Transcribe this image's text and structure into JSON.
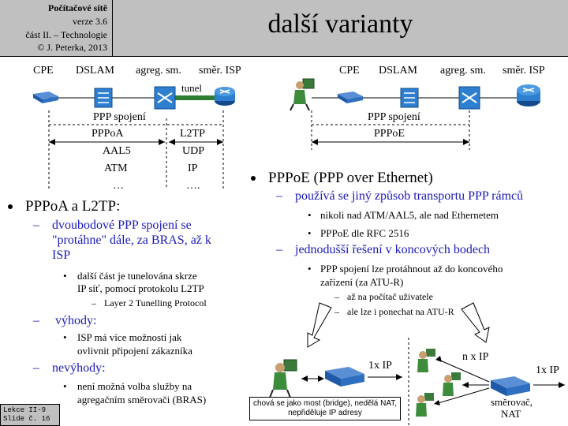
{
  "course": {
    "name": "Počítačové sítě",
    "version": "verze 3.6",
    "part": "část II. – Technologie",
    "author": "© J. Peterka, 2013"
  },
  "title": "další varianty",
  "left_diagram": {
    "labels": {
      "cpe": "CPE",
      "dslam": "DSLAM",
      "agreg": "agreg. sm.",
      "smer": "směr. ISP"
    },
    "tunel": "tunel",
    "ppp_spojeni": "PPP spojení",
    "pppoa": "PPPoA",
    "aal5": "AAL5",
    "atm": "ATM",
    "dots1": "…",
    "l2tp": "L2TP",
    "udp": "UDP",
    "ip": "IP",
    "dots2": "…."
  },
  "right_diagram": {
    "labels": {
      "cpe": "CPE",
      "dslam": "DSLAM",
      "agreg": "agreg. sm.",
      "smer": "směr. ISP"
    },
    "ppp_spojeni": "PPP spojení",
    "pppoe": "PPPoE"
  },
  "left_bullets": {
    "l1": "PPPoA a L2TP:",
    "l2a_1": "dvoubodové PPP spojení se",
    "l2a_2": "\"protáhne\" dále, za BRAS, až k",
    "l2a_3": "ISP",
    "l3a_1": "další část je tunelována skrze",
    "l3a_2": "IP síť, pomocí protokolu L2TP",
    "l4a": "Layer 2 Tunelling Protocol",
    "l2b": "výhody:",
    "l3b_1": "ISP má více možností jak",
    "l3b_2": "ovlivnit připojení zákazníka",
    "l2c": "nevýhody:",
    "l3c_1": "není možná volba služby na",
    "l3c_2": "agregačním směrovači (BRAS)"
  },
  "right_bullets": {
    "l1": "PPPoE (PPP over Ethernet)",
    "l2a": "používá se jiný způsob transportu PPP rámců",
    "l3a_1": "nikoli nad ATM/AAL5, ale nad Ethernetem",
    "l3a_2": "PPPoE dle RFC 2516",
    "l2b": "jednodušší řešení v koncových bodech",
    "l3b_1": "PPP spojení lze protáhnout až do koncového",
    "l3b_2": "zařízení (za ATU-R)",
    "l4b_1": "až na počítač uživatele",
    "l4b_2": "ale lze i ponechat na ATU-R"
  },
  "bottom_diagram": {
    "one_ip_left": "1x IP",
    "n_ip": "n x IP",
    "one_ip_right": "1x IP",
    "bridge_note": "chová se jako most (bridge), nedělá NAT, nepřiděluje IP adresy",
    "router_label_1": "směrovač,",
    "router_label_2": "NAT"
  },
  "slide_number": {
    "line1": "Lekce II-9",
    "line2": "Slide č. 16"
  },
  "colors": {
    "band": "#c0c0c0",
    "blue_text": "#1a1ab8",
    "device_blue": "#1e6fbf",
    "tunnel": "#2e7d32"
  }
}
